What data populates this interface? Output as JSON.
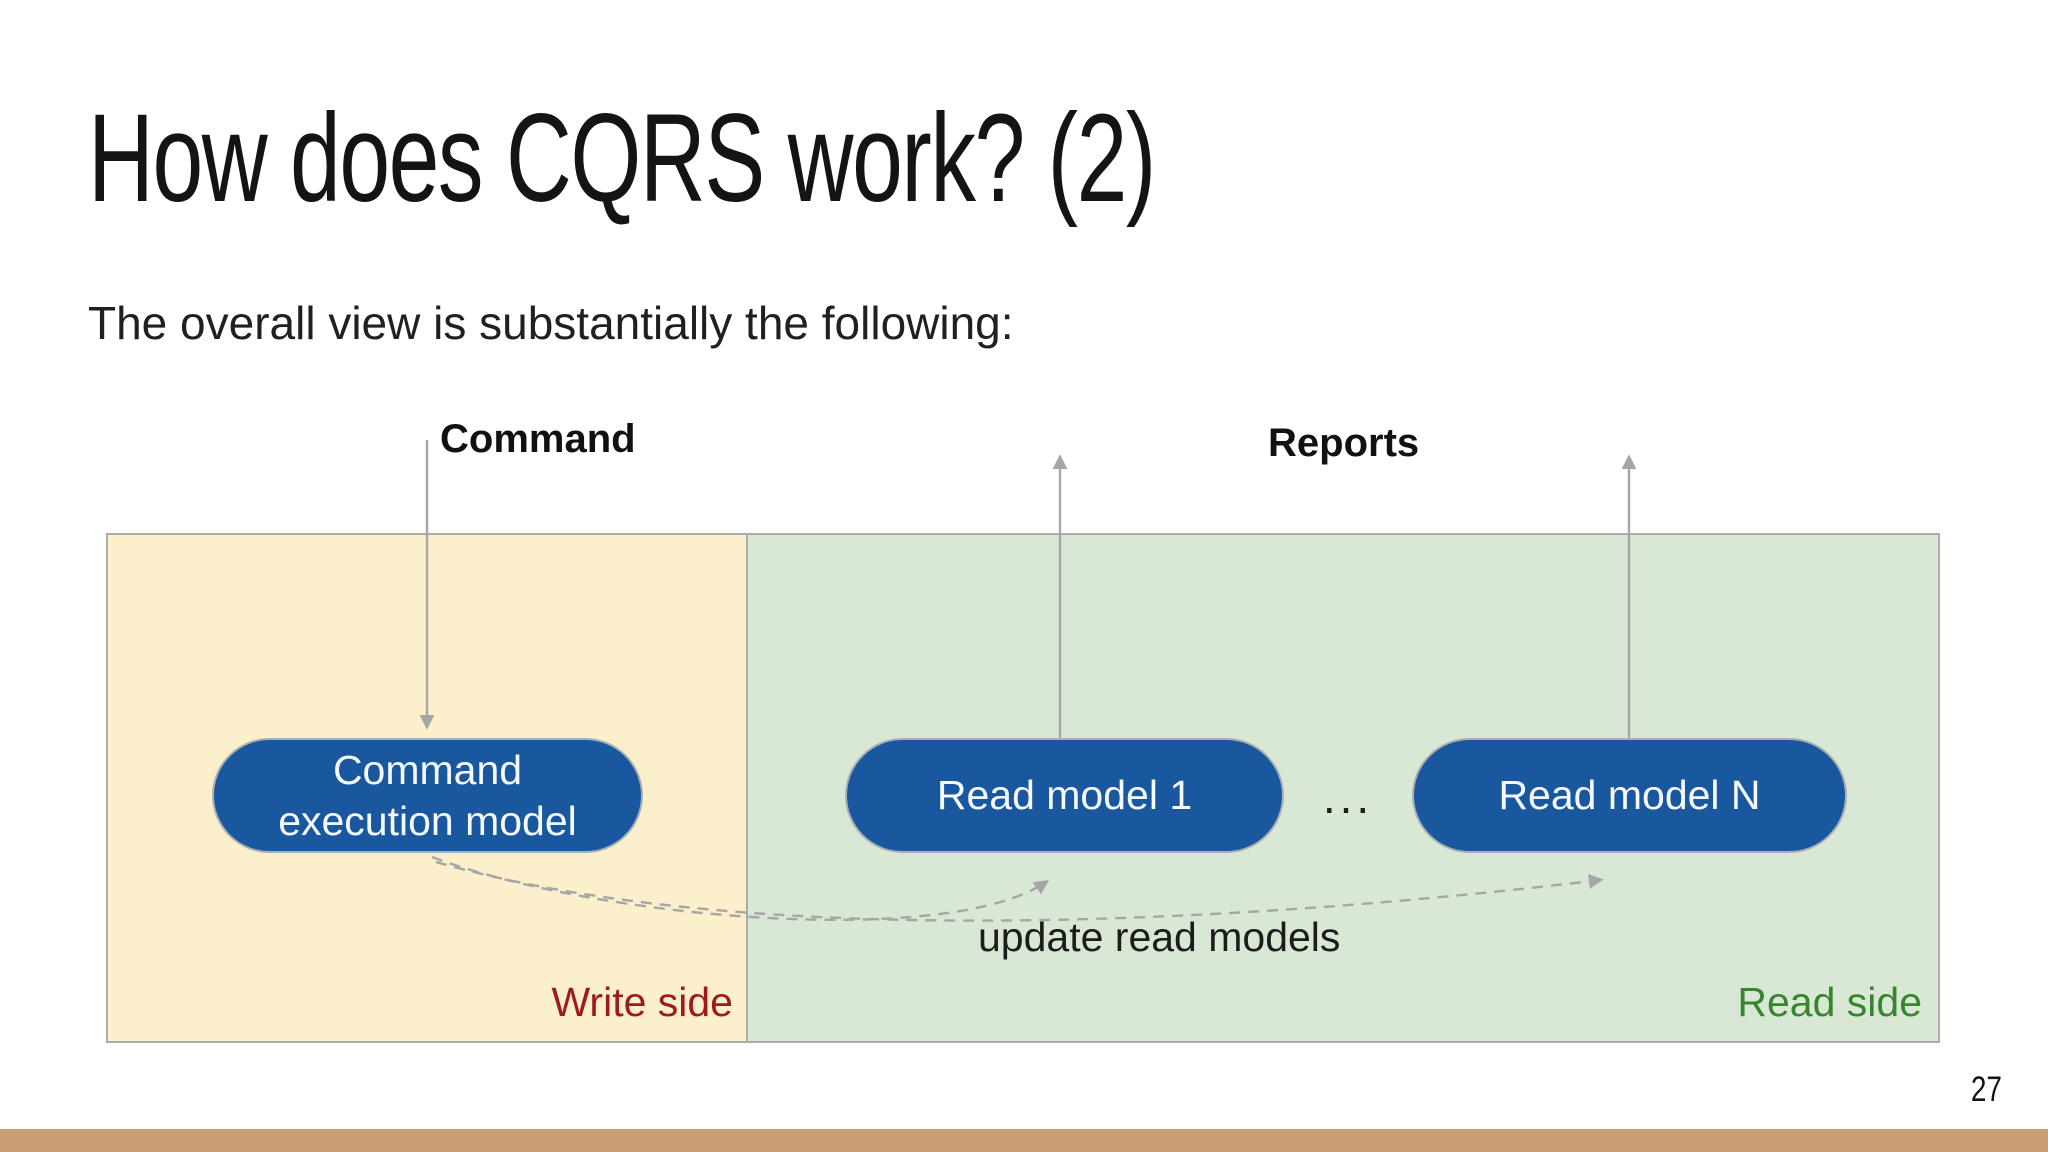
{
  "slide": {
    "title": "How does CQRS work? (2)",
    "subtitle": "The overall view is substantially the following:",
    "page_number": "27"
  },
  "diagram": {
    "command_flow_label": "Command",
    "reports_flow_label": "Reports",
    "command_node": {
      "line1": "Command",
      "line2": "execution model"
    },
    "read_node_1": "Read model 1",
    "ellipsis": "...",
    "read_node_n": "Read model N",
    "update_label": "update read models",
    "write_side_label": "Write side",
    "read_side_label": "Read side"
  },
  "colors": {
    "node_fill": "#19579e",
    "node_text": "#f5f9fc",
    "write_zone_bg": "#fbf0cb",
    "read_zone_bg": "#d9e8d4",
    "zone_border": "#ababab",
    "write_label_text": "#9e1b1b",
    "read_label_text": "#38852f",
    "arrow_gray": "#a6a6a6",
    "footer_bar": "#c99f73"
  }
}
